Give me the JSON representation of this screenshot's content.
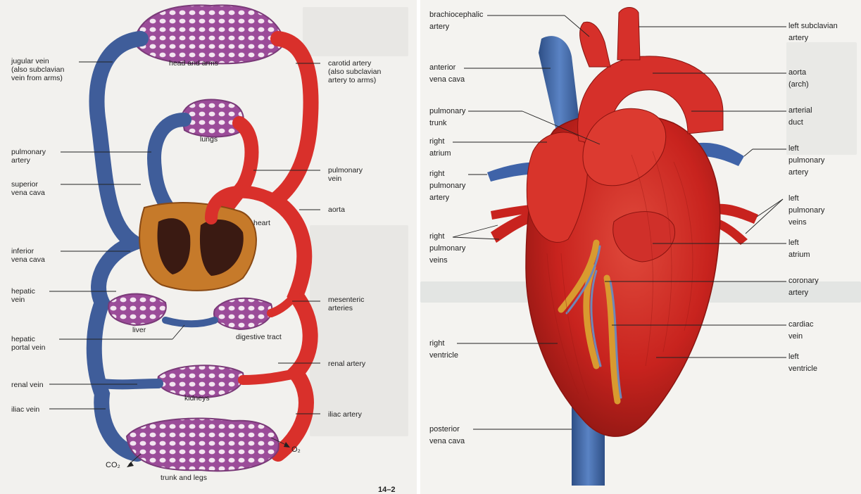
{
  "left_diagram": {
    "labels": {
      "jugular_vein": "jugular vein\n(also subclavian\nvein from arms)",
      "head_and_arms": "head and arms",
      "carotid_artery": "carotid artery\n(also subclavian\nartery to arms)",
      "pulmonary_artery": "pulmonary\nartery",
      "lungs": "lungs",
      "pulmonary_vein": "pulmonary\nvein",
      "superior_vena_cava": "superior\nvena cava",
      "aorta": "aorta",
      "heart": "heart",
      "inferior_vena_cava": "inferior\nvena cava",
      "hepatic_vein": "hepatic\nvein",
      "mesenteric_arteries": "mesenteric\narteries",
      "liver": "liver",
      "digestive_tract": "digestive tract",
      "hepatic_portal_vein": "hepatic\nportal vein",
      "renal_artery": "renal artery",
      "renal_vein": "renal vein",
      "kidneys": "kidneys",
      "iliac_vein": "iliac vein",
      "iliac_artery": "iliac artery",
      "co2": "CO₂",
      "o2": "O₂",
      "trunk_and_legs": "trunk and legs",
      "page_number": "14–2"
    }
  },
  "right_diagram": {
    "labels": {
      "brachiocephalic_artery": "brachiocephalic\nartery",
      "anterior_vena_cava": "anterior\nvena cava",
      "pulmonary_trunk": "pulmonary\ntrunk",
      "right_atrium": "right\natrium",
      "right_pulmonary_artery": "right\npulmonary\nartery",
      "right_pulmonary_veins": "right\npulmonary\nveins",
      "right_ventricle": "right\nventricle",
      "posterior_vena_cava": "posterior\nvena cava",
      "left_subclavian_artery": "left subclavian\nartery",
      "aorta_arch": "aorta\n(arch)",
      "arterial_duct": "arterial\nduct",
      "left_pulmonary_artery": "left\npulmonary\nartery",
      "left_pulmonary_veins": "left\npulmonary\nveins",
      "left_atrium": "left\natrium",
      "coronary_artery": "coronary\nartery",
      "cardiac_vein": "cardiac\nvein",
      "left_ventricle": "left\nventricle"
    }
  },
  "colors": {
    "vein_blue": "#3f5d9a",
    "artery_red": "#d9302b",
    "capillary_purple": "#a35ba0",
    "heart_red": "#c8231e",
    "heart_orange": "#c67a2a"
  }
}
